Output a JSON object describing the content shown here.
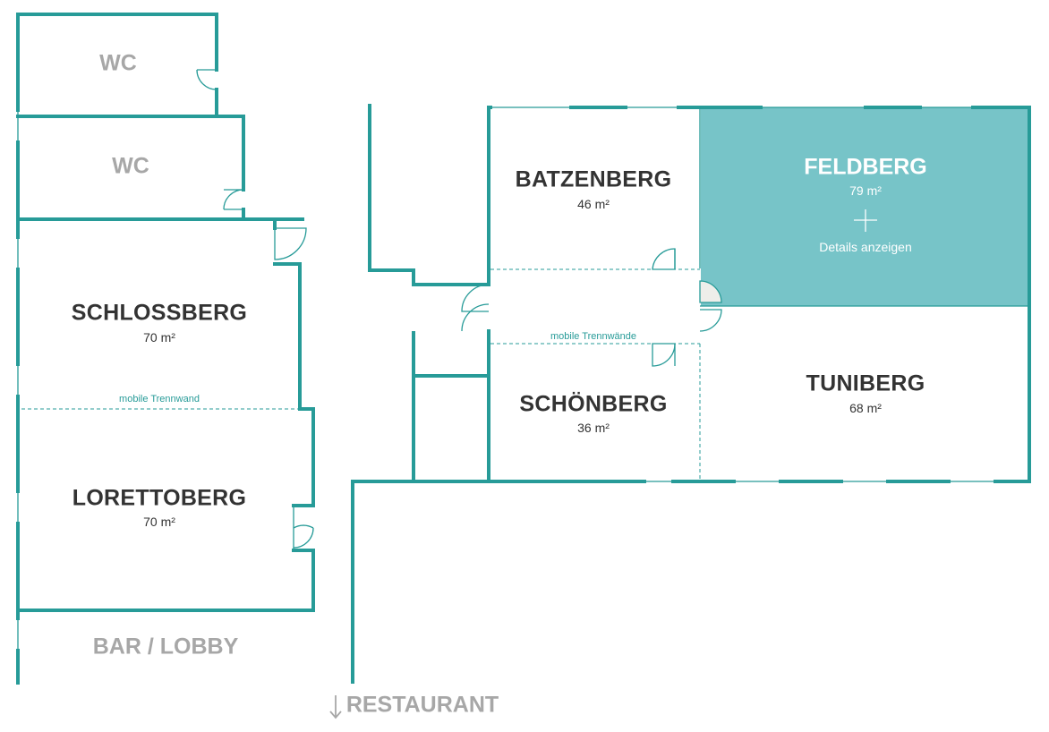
{
  "colors": {
    "wall": "#279b98",
    "highlight": "#77c4c8",
    "text": "#333333",
    "muted": "#a7a7a7",
    "white": "#ffffff"
  },
  "rooms": {
    "wc_top": {
      "name": "WC"
    },
    "wc_bottom": {
      "name": "WC"
    },
    "schlossberg": {
      "name": "SCHLOSSBERG",
      "area": "70 m²"
    },
    "lorettoberg": {
      "name": "LORETTOBERG",
      "area": "70 m²"
    },
    "batzenberg": {
      "name": "BATZENBERG",
      "area": "46 m²"
    },
    "feldberg": {
      "name": "FELDBERG",
      "area": "79 m²",
      "plus_icon": "plus-icon",
      "details": "Details anzeigen"
    },
    "schoenberg": {
      "name": "SCHÖNBERG",
      "area": "36 m²"
    },
    "tuniberg": {
      "name": "TUNIBERG",
      "area": "68 m²"
    }
  },
  "notes": {
    "left_partition": "mobile Trennwand",
    "right_partition": "mobile Trennwände"
  },
  "areas": {
    "bar_lobby": "BAR / LOBBY",
    "restaurant": "RESTAURANT",
    "restaurant_icon": "arrow-down-icon"
  }
}
